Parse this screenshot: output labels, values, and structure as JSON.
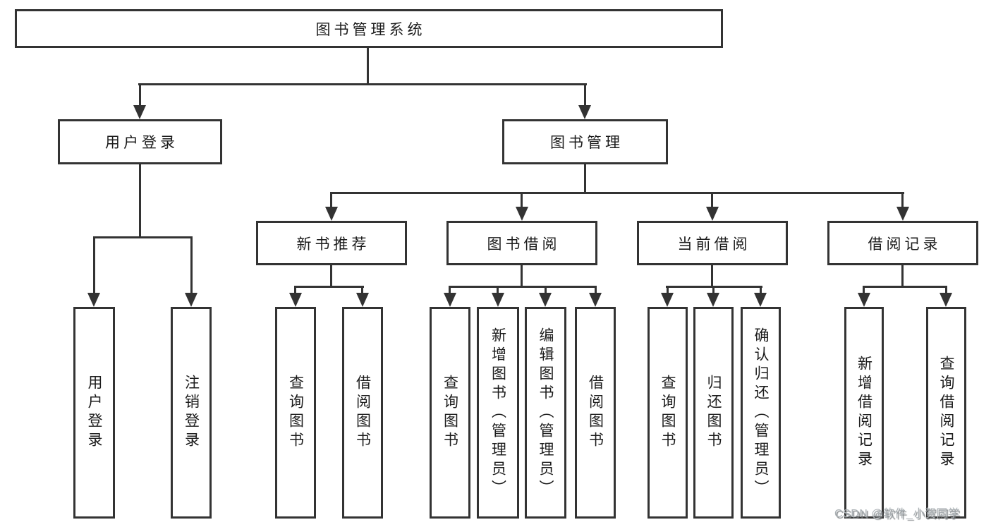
{
  "diagram": {
    "root": {
      "label": "图书管理系统"
    },
    "branches": [
      {
        "label": "用户登录",
        "children": [
          {
            "label": "用户登录"
          },
          {
            "label": "注销登录"
          }
        ]
      },
      {
        "label": "图书管理",
        "children": [
          {
            "label": "新书推荐",
            "children": [
              {
                "label": "查询图书"
              },
              {
                "label": "借阅图书"
              }
            ]
          },
          {
            "label": "图书借阅",
            "children": [
              {
                "label": "查询图书"
              },
              {
                "label": "新增图书（管理员）"
              },
              {
                "label": "编辑图书（管理员）"
              },
              {
                "label": "借阅图书"
              }
            ]
          },
          {
            "label": "当前借阅",
            "children": [
              {
                "label": "查询图书"
              },
              {
                "label": "归还图书"
              },
              {
                "label": "确认归还（管理员）"
              }
            ]
          },
          {
            "label": "借阅记录",
            "children": [
              {
                "label": "新增借阅记录"
              },
              {
                "label": "查询借阅记录"
              }
            ]
          }
        ]
      }
    ]
  },
  "watermark": {
    "text": "CSDN @软件_小贺同学"
  },
  "colors": {
    "line": "#333333",
    "text": "#1c1c1c",
    "background": "#ffffff",
    "watermark": "#aab0b4"
  }
}
